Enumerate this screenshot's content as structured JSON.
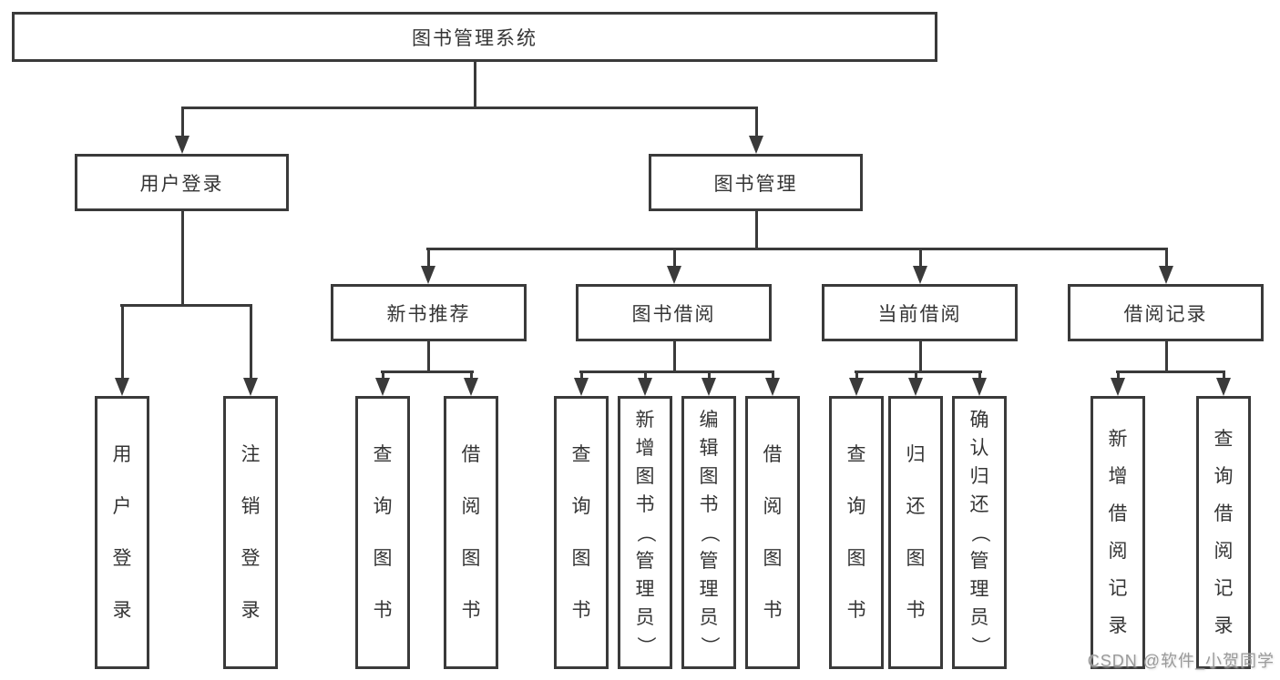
{
  "colors": {
    "line": "#3a3a3a",
    "text": "#353535",
    "background": "#ffffff",
    "watermark": "#9a9a9a"
  },
  "nodes": {
    "root": "图书管理系统",
    "level2": [
      "用户登录",
      "图书管理"
    ],
    "level3": [
      "新书推荐",
      "图书借阅",
      "当前借阅",
      "借阅记录"
    ],
    "leaves": [
      "用户登录",
      "注销登录",
      "查询图书",
      "借阅图书",
      "查询图书",
      "新增图书（管理员）",
      "编辑图书（管理员）",
      "借阅图书",
      "查询图书",
      "归还图书",
      "确认归还（管理员）",
      "新增借阅记录",
      "查询借阅记录"
    ]
  },
  "watermark": "CSDN @软件_小贺同学"
}
